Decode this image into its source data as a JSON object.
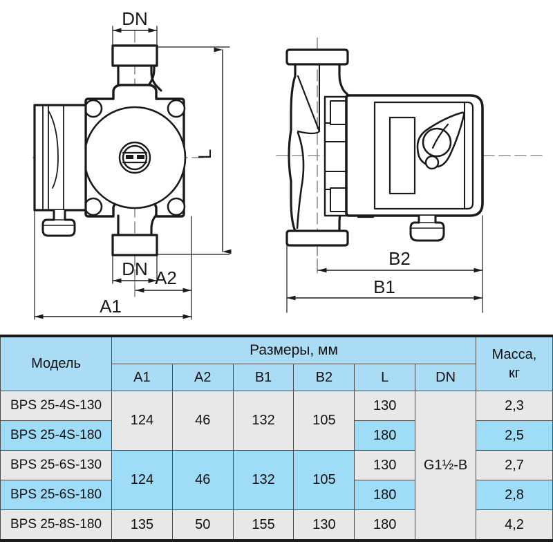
{
  "drawing": {
    "labels": {
      "dn_top": "DN",
      "dn_bottom": "DN",
      "a1": "A1",
      "a2": "A2",
      "l": "L",
      "b1": "B1",
      "b2": "B2"
    }
  },
  "table": {
    "headers": {
      "model": "Модель",
      "dimensions_group": "Размеры, мм",
      "mass_line1": "Масса,",
      "mass_line2": "кг",
      "cols": [
        "A1",
        "A2",
        "B1",
        "B2",
        "L",
        "DN"
      ]
    },
    "rows": [
      {
        "model": "BPS 25-4S-130",
        "A1": "124",
        "A2": "46",
        "B1": "132",
        "B2": "105",
        "L": "130",
        "DN": "G1½-B",
        "mass": "2,3"
      },
      {
        "model": "BPS 25-4S-180",
        "A1": "124",
        "A2": "46",
        "B1": "132",
        "B2": "105",
        "L": "180",
        "DN": "G1½-B",
        "mass": "2,5"
      },
      {
        "model": "BPS 25-6S-130",
        "A1": "124",
        "A2": "46",
        "B1": "132",
        "B2": "105",
        "L": "130",
        "DN": "G1½-B",
        "mass": "2,7"
      },
      {
        "model": "BPS 25-6S-180",
        "A1": "124",
        "A2": "46",
        "B1": "132",
        "B2": "105",
        "L": "180",
        "DN": "G1½-B",
        "mass": "2,8"
      },
      {
        "model": "BPS 25-8S-180",
        "A1": "135",
        "A2": "50",
        "B1": "155",
        "B2": "130",
        "L": "180",
        "DN": "G1½-B",
        "mass": "4,2"
      }
    ],
    "merged": {
      "group1_A1": "124",
      "group1_A2": "46",
      "group1_B1": "132",
      "group1_B2": "105",
      "group2_A1": "124",
      "group2_A2": "46",
      "group2_B1": "132",
      "group2_B2": "105",
      "dn_all": "G1½-B"
    }
  },
  "colors": {
    "header_blue": "#aadcf5",
    "row_blue": "#9edcf7",
    "row_gray": "#e8e8e8",
    "line": "#1a1a1a"
  }
}
